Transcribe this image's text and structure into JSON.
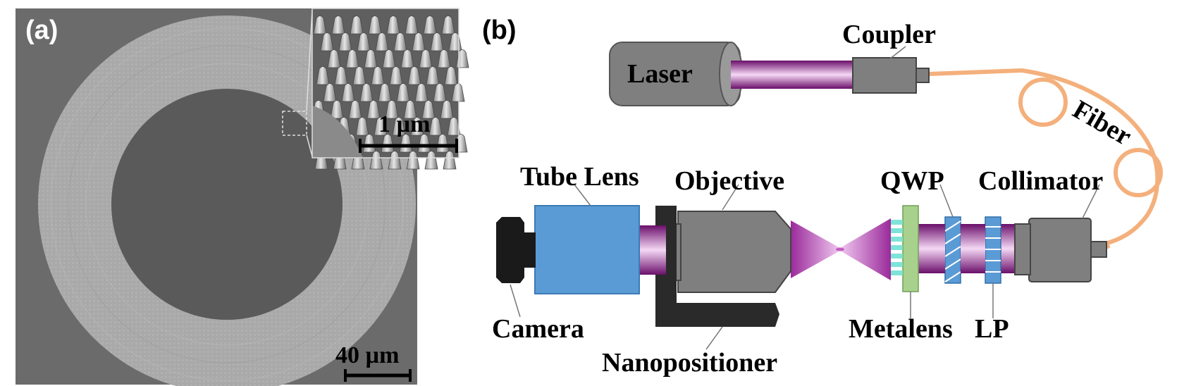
{
  "panel_a": {
    "label": "(a)",
    "main_scale": "40 µm",
    "inset_scale": "1 µm"
  },
  "panel_b": {
    "label": "(b)",
    "components": {
      "laser": "Laser",
      "coupler": "Coupler",
      "fiber": "Fiber",
      "collimator": "Collimator",
      "qwp": "QWP",
      "lp": "LP",
      "metalens": "Metalens",
      "objective": "Objective",
      "tube_lens": "Tube Lens",
      "camera": "Camera",
      "nanopositioner": "Nanopositioner"
    }
  },
  "colors": {
    "beam": "#8a1a8a",
    "fiber": "#f4b07c",
    "tube_lens": "#5b9bd5",
    "metalens_substrate": "#a9d18e",
    "metalens_pillars": "#7fe3d8",
    "waveplate": "#5b9bd5",
    "housing": "#7f7f7f",
    "camera": "#1a1a1a"
  }
}
